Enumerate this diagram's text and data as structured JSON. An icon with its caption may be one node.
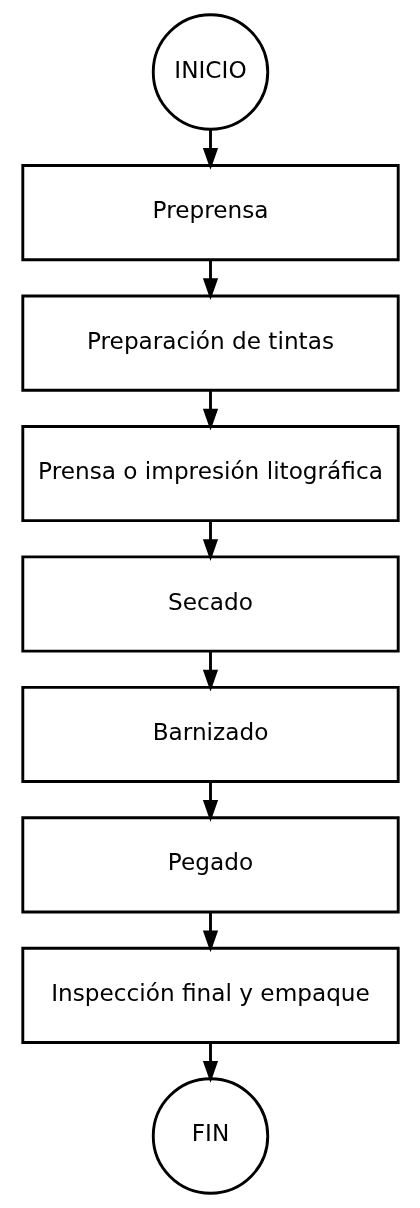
{
  "diagram": {
    "nodes": [
      {
        "text": [
          "INICIO"
        ]
      },
      {
        "text": [
          "Preprensa"
        ]
      },
      {
        "text": [
          "Preparación de tintas"
        ]
      },
      {
        "text": [
          "Prensa o impresión litográfica"
        ]
      },
      {
        "text": [
          "Secado"
        ]
      },
      {
        "text": [
          "Barnizado"
        ]
      },
      {
        "text": [
          "Pegado"
        ]
      },
      {
        "text": [
          "Inspección final y empaque"
        ]
      },
      {
        "text": [
          "FIN"
        ]
      }
    ],
    "edges": [
      {
        "from": 0,
        "to": 1,
        "arrow": "to"
      },
      {
        "from": 1,
        "to": 2,
        "arrow": "to"
      },
      {
        "from": 2,
        "to": 3,
        "arrow": "to"
      },
      {
        "from": 3,
        "to": 4,
        "arrow": "to"
      },
      {
        "from": 4,
        "to": 5,
        "arrow": "to"
      },
      {
        "from": 5,
        "to": 6,
        "arrow": "to"
      },
      {
        "from": 6,
        "to": 7,
        "arrow": "to"
      },
      {
        "from": 7,
        "to": 8,
        "arrow": "to"
      }
    ]
  }
}
